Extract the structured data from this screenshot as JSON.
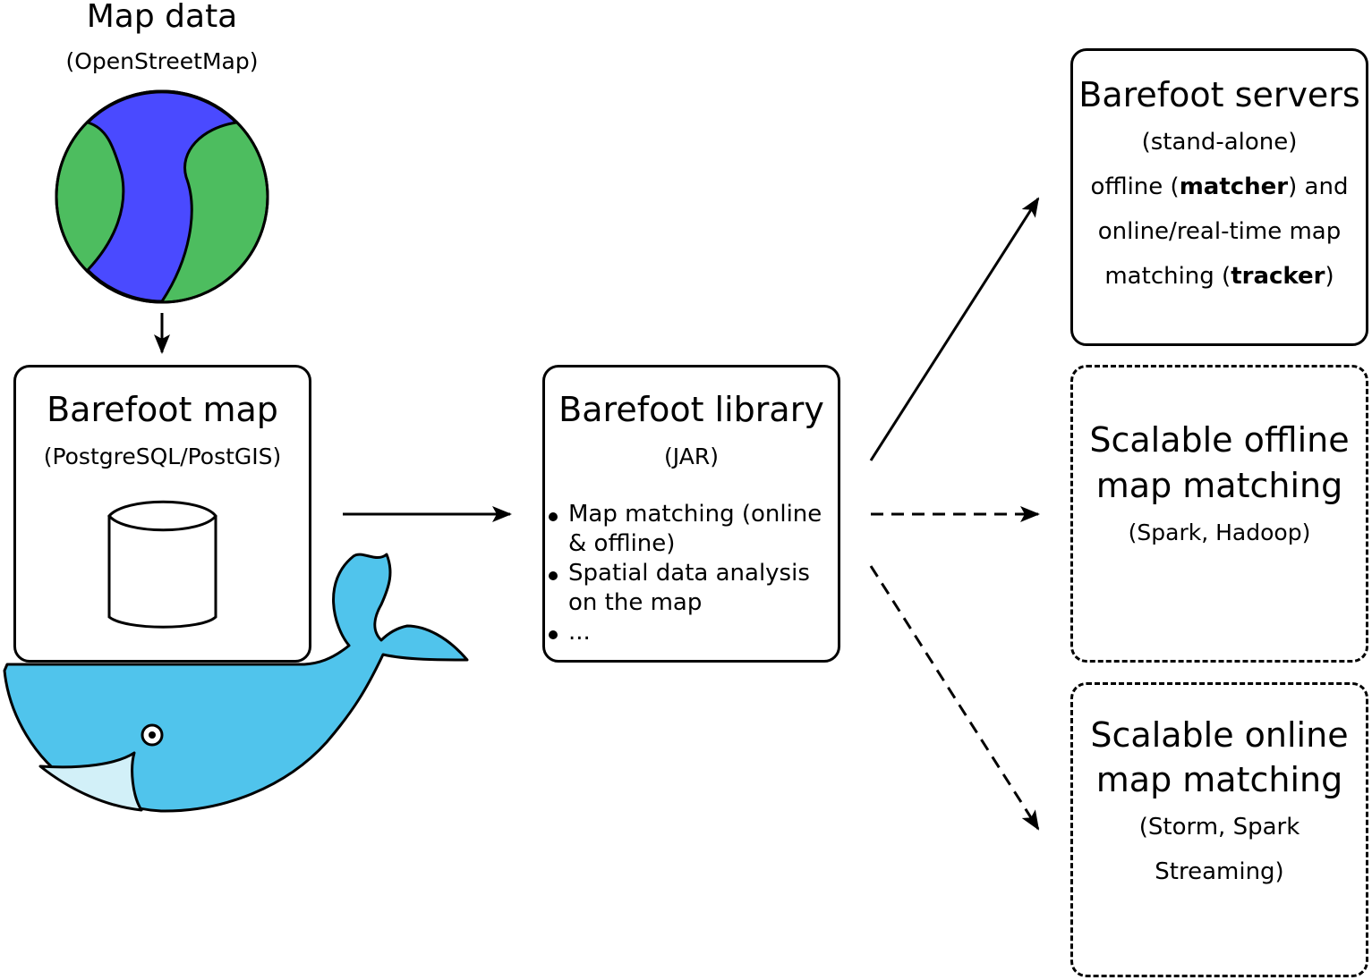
{
  "map_data": {
    "title": "Map data",
    "subtitle": "(OpenStreetMap)",
    "icon": "globe-icon"
  },
  "barefoot_map": {
    "title": "Barefoot map",
    "subtitle": "(PostgreSQL/PostGIS)",
    "icon": "database-icon"
  },
  "barefoot_library": {
    "title": "Barefoot library",
    "subtitle": "(JAR)",
    "features": [
      "Map matching (online & offline)",
      "Spatial data analysis on the map",
      "..."
    ]
  },
  "barefoot_servers": {
    "title": "Barefoot servers",
    "line1": "(stand-alone)",
    "line2_pre": "offline (",
    "line2_bold": "matcher",
    "line2_post": ") and",
    "line3": "online/real-time map",
    "line4_pre": "matching (",
    "line4_bold": "tracker",
    "line4_post": ")"
  },
  "scalable_offline": {
    "title_line1": "Scalable offline",
    "title_line2": "map matching",
    "subtitle": "(Spark, Hadoop)"
  },
  "scalable_online": {
    "title_line1": "Scalable online",
    "title_line2": "map matching",
    "subtitle_line1": "(Storm, Spark",
    "subtitle_line2": "Streaming)"
  },
  "docker_logo": "docker-whale-icon",
  "colors": {
    "globe_ocean": "#4a4aff",
    "globe_land": "#4dbd5f",
    "whale_body": "#50c4ec",
    "whale_belly": "#d2f0f8"
  }
}
